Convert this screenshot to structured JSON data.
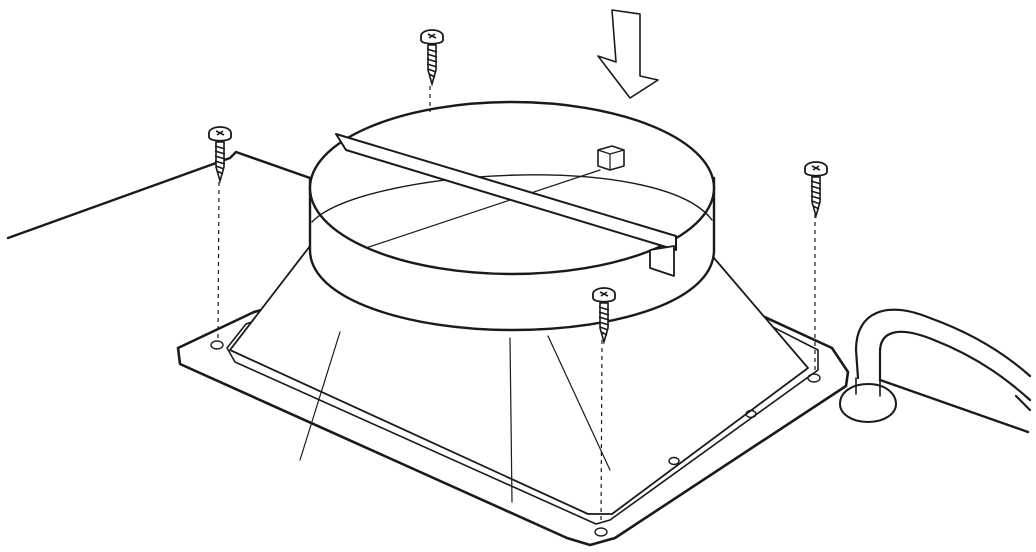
{
  "diagram": {
    "kind": "installation-illustration",
    "colors": {
      "ink": "#1a1a1a",
      "background": "#ffffff"
    },
    "parts": [
      "mounting-surface",
      "duct-adapter-flange",
      "round-collar",
      "damper-flap",
      "mounting-screw",
      "power-cord",
      "cord-grommet",
      "down-arrow"
    ],
    "screws": [
      "screw-top-left",
      "screw-top-center",
      "screw-right",
      "screw-front"
    ]
  }
}
